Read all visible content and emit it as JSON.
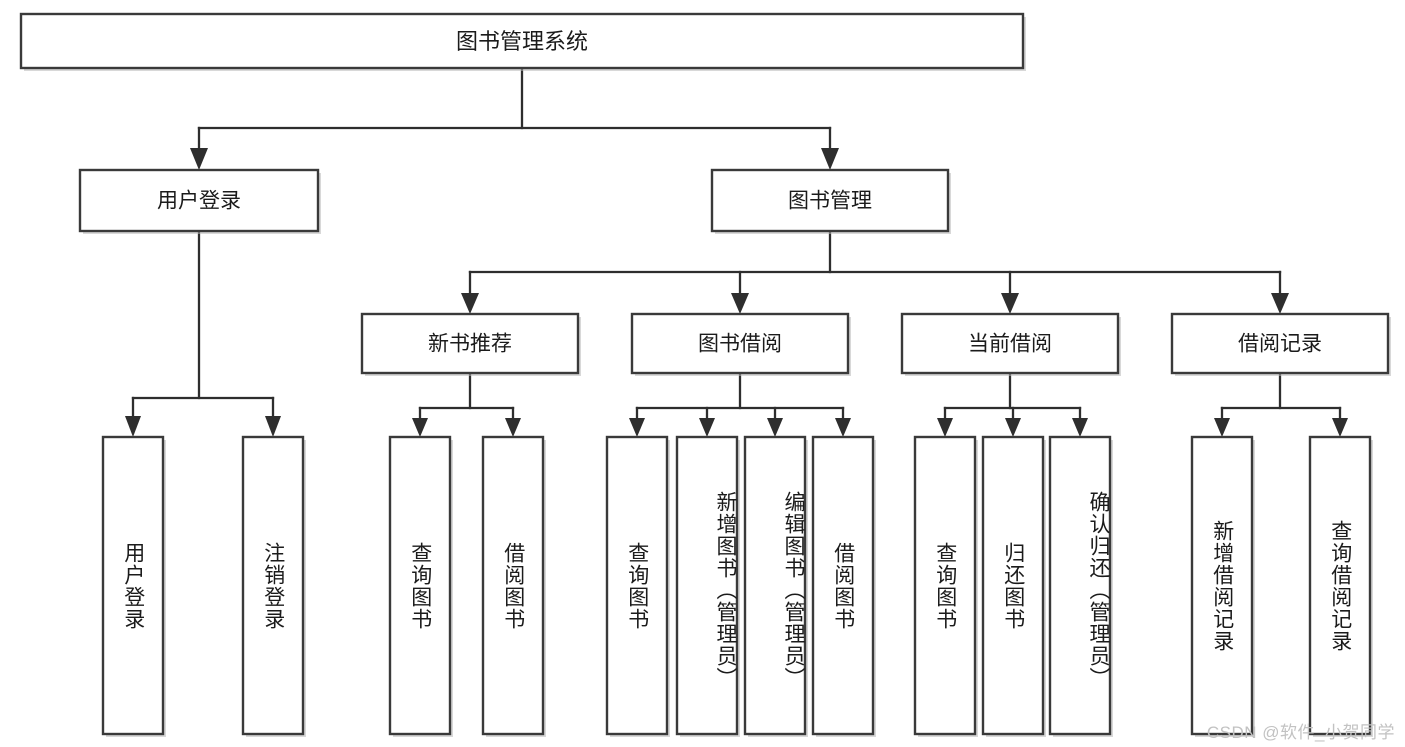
{
  "diagram": {
    "type": "tree",
    "title_node": {
      "label": "图书管理系统"
    },
    "level1": [
      {
        "label": "用户登录"
      },
      {
        "label": "图书管理"
      }
    ],
    "level2": [
      {
        "label": "新书推荐"
      },
      {
        "label": "图书借阅"
      },
      {
        "label": "当前借阅"
      },
      {
        "label": "借阅记录"
      }
    ],
    "leaves": {
      "user_login": [
        {
          "label": "用户登录"
        },
        {
          "label": "注销登录"
        }
      ],
      "new_book_recommend": [
        {
          "label": "查询图书"
        },
        {
          "label": "借阅图书"
        }
      ],
      "book_borrow": [
        {
          "label": "查询图书"
        },
        {
          "label": "新增图书（管理员）"
        },
        {
          "label": "编辑图书（管理员）"
        },
        {
          "label": "借阅图书"
        }
      ],
      "current_borrow": [
        {
          "label": "查询图书"
        },
        {
          "label": "归还图书"
        },
        {
          "label": "确认归还（管理员）"
        }
      ],
      "borrow_record": [
        {
          "label": "新增借阅记录"
        },
        {
          "label": "查询借阅记录"
        }
      ]
    }
  },
  "watermark": {
    "text": "CSDN @软件_小贺同学"
  },
  "colors": {
    "box_stroke": "#3a3a3a",
    "connector": "#2e2e2e",
    "text": "#1b1b1b",
    "background": "#ffffff",
    "watermark": "#c2c2c2"
  }
}
